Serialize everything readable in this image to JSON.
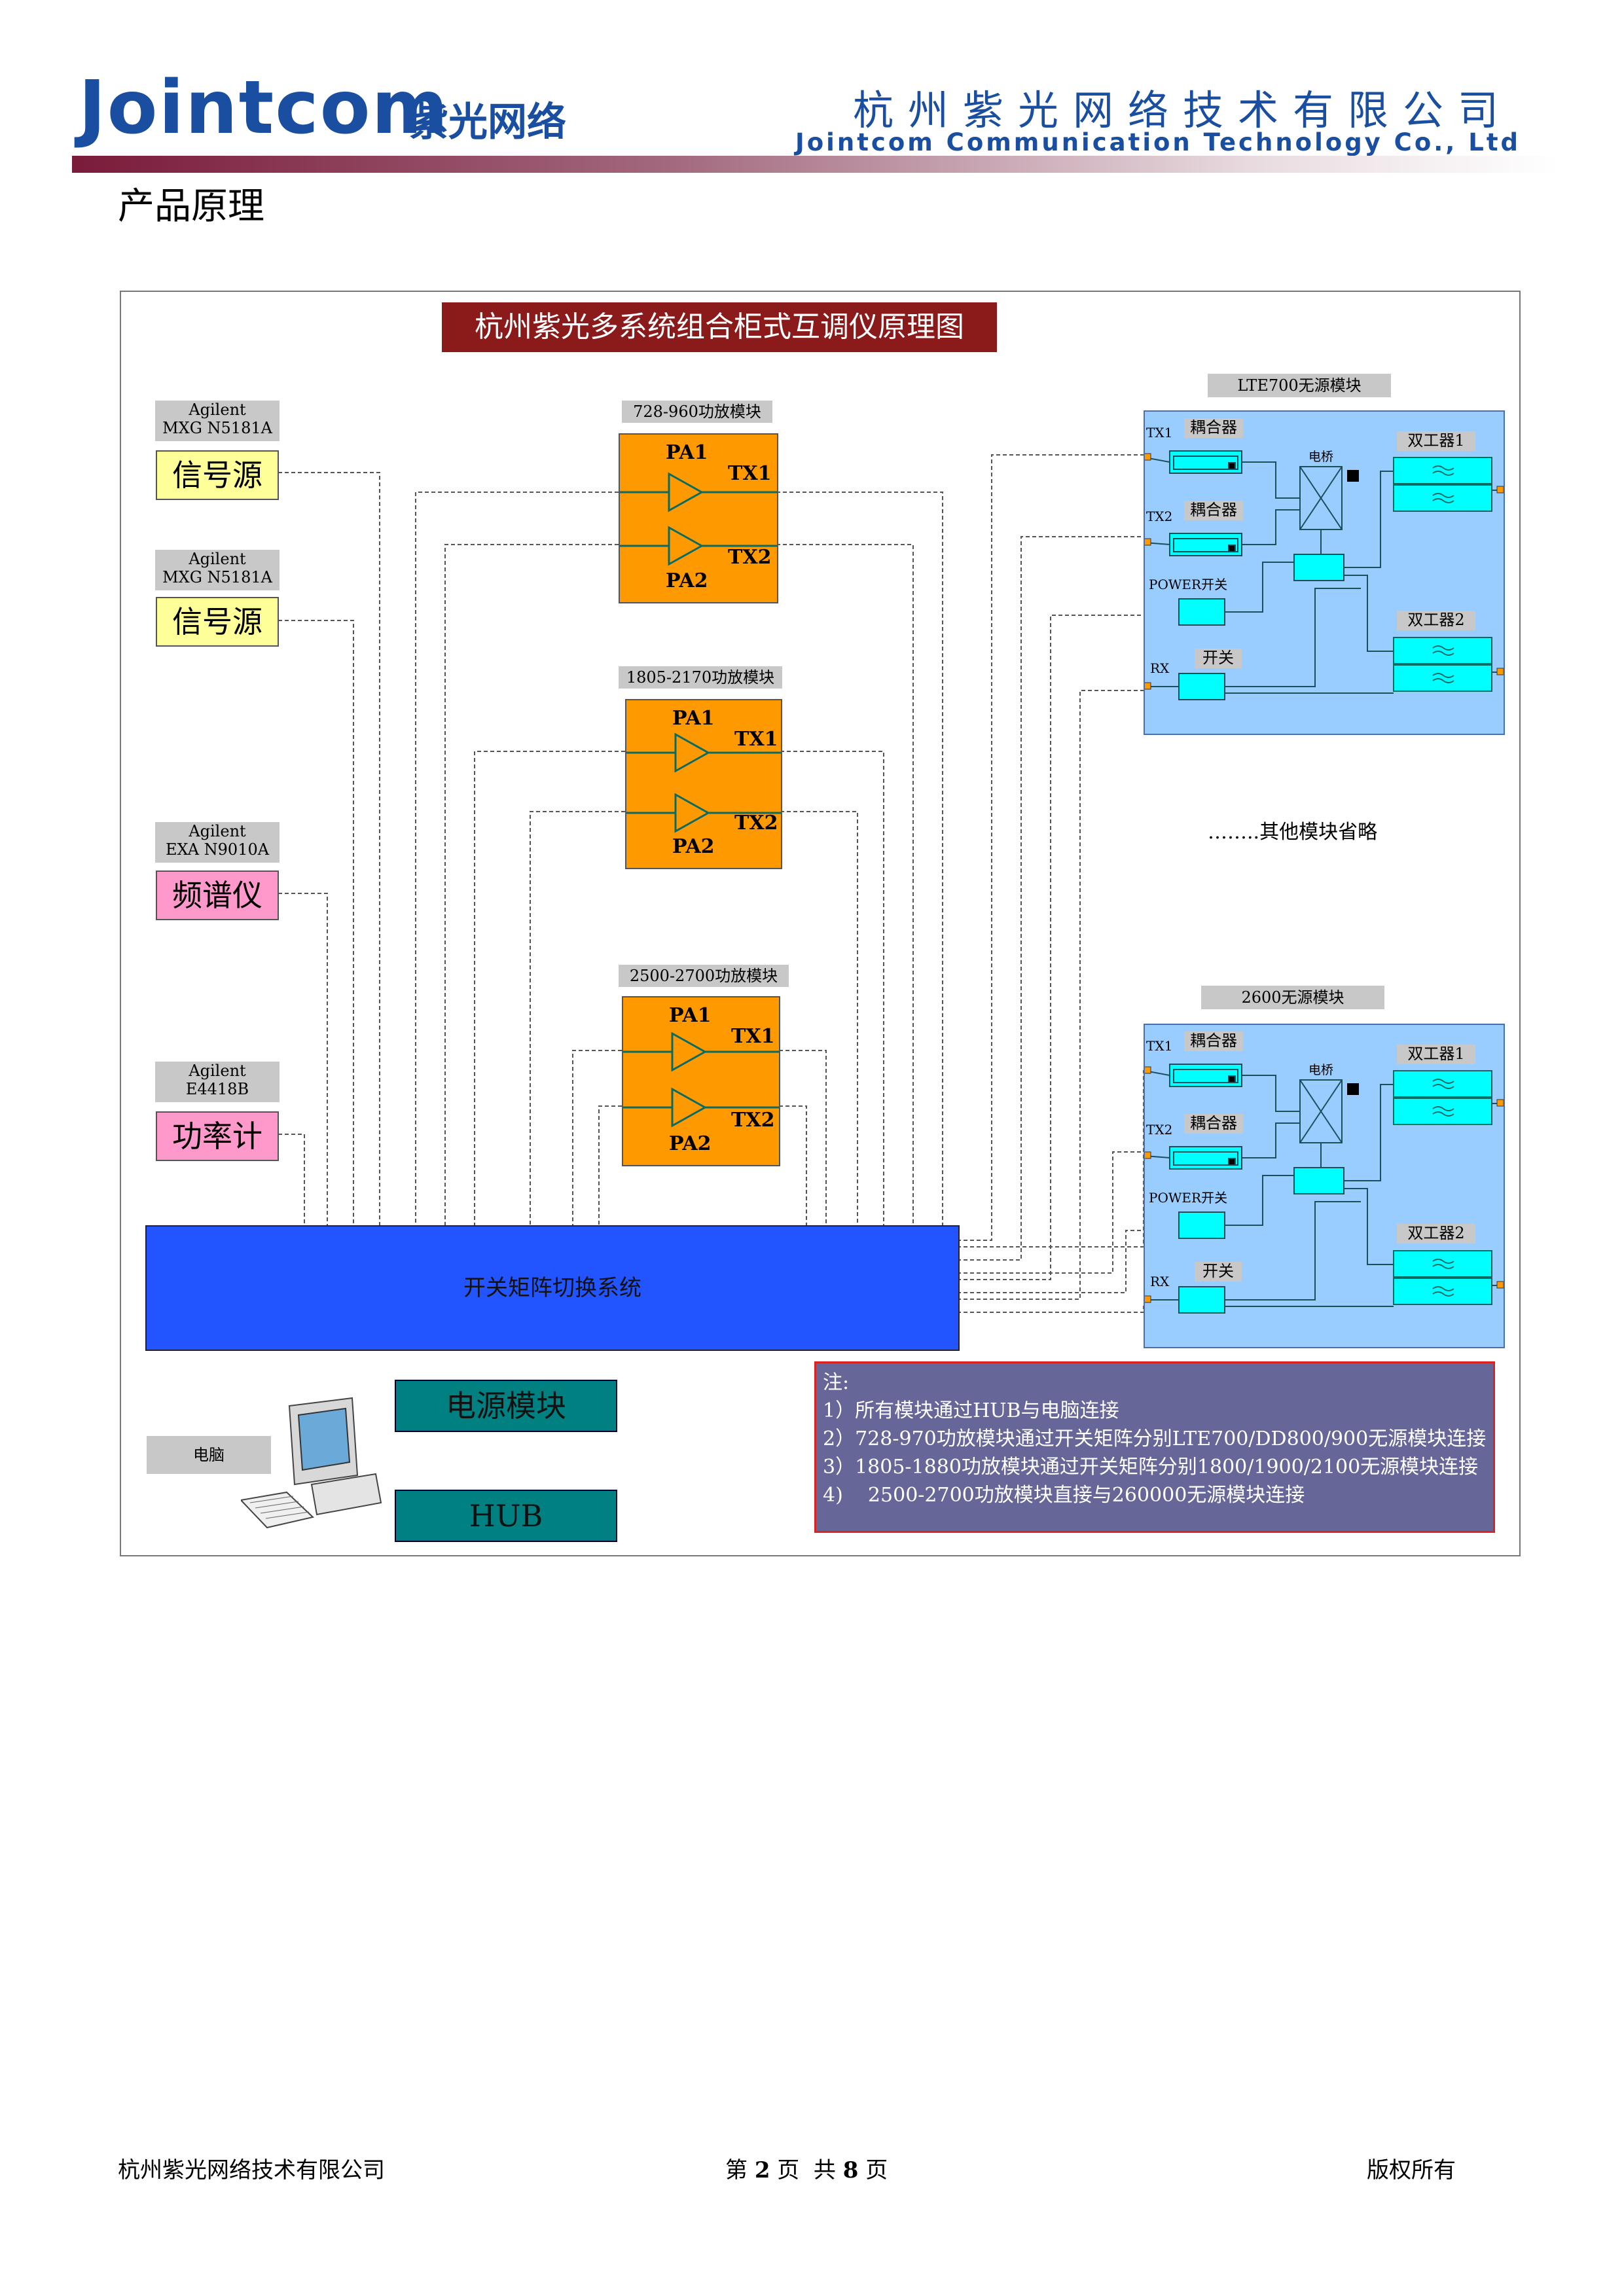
{
  "header": {
    "logo_text": "Jointcom",
    "logo_cn": "紫光网络",
    "company_cn": "杭州紫光网络技术有限公司",
    "company_en": "Jointcom Communication Technology Co., Ltd",
    "section_title": "产品原理"
  },
  "diagram": {
    "title": "杭州紫光多系统组合柜式互调仪原理图",
    "instruments": [
      {
        "model": "Agilent\nMXG N5181A",
        "name": "信号源"
      },
      {
        "model": "Agilent\nMXG N5181A",
        "name": "信号源"
      },
      {
        "model": "Agilent\nEXA  N9010A",
        "name": "频谱仪"
      },
      {
        "model": "Agilent\nE4418B",
        "name": "功率计"
      }
    ],
    "pa_modules": [
      {
        "title": "728-960功放模块",
        "pa1": "PA1",
        "pa2": "PA2",
        "tx1": "TX1",
        "tx2": "TX2"
      },
      {
        "title": "1805-2170功放模块",
        "pa1": "PA1",
        "pa2": "PA2",
        "tx1": "TX1",
        "tx2": "TX2"
      },
      {
        "title": "2500-2700功放模块",
        "pa1": "PA1",
        "pa2": "PA2",
        "tx1": "TX1",
        "tx2": "TX2"
      }
    ],
    "passive_modules": [
      {
        "title": "LTE700无源模块",
        "tx1": "TX1",
        "tx2": "TX2",
        "coupler": "耦合器",
        "bridge": "电桥",
        "power_switch": "POWER开关",
        "switch": "开关",
        "rx": "RX",
        "duplexer1": "双工器1",
        "duplexer2": "双工器2"
      },
      {
        "title": "2600无源模块",
        "tx1": "TX1",
        "tx2": "TX2",
        "coupler": "耦合器",
        "bridge": "电桥",
        "power_switch": "POWER开关",
        "switch": "开关",
        "rx": "RX",
        "duplexer1": "双工器1",
        "duplexer2": "双工器2"
      }
    ],
    "omitted_note": "……..其他模块省略",
    "switch_matrix": "开关矩阵切换系统",
    "power_module": "电源模块",
    "hub": "HUB",
    "computer_label": "电脑",
    "notes": {
      "title": "注:",
      "lines": [
        "1）所有模块通过HUB与电脑连接",
        "2）728-970功放模块通过开关矩阵分别LTE700/DD800/900无源模块连接",
        "3）1805-1880功放模块通过开关矩阵分别1800/1900/2100无源模块连接",
        "4)    2500-2700功放模块直接与260000无源模块连接"
      ]
    },
    "colors": {
      "title_bg": "#8b1a1a",
      "pa_orange": "#ff9900",
      "panel_blue": "#99ccff",
      "matrix_blue": "#2255ff",
      "teal": "#008080",
      "note_bg": "#666699"
    }
  },
  "footer": {
    "company": "杭州紫光网络技术有限公司",
    "page_prefix": "第",
    "page_num": "2",
    "page_mid": "页  共",
    "page_total": "8",
    "page_suffix": "页",
    "rights": "版权所有"
  }
}
